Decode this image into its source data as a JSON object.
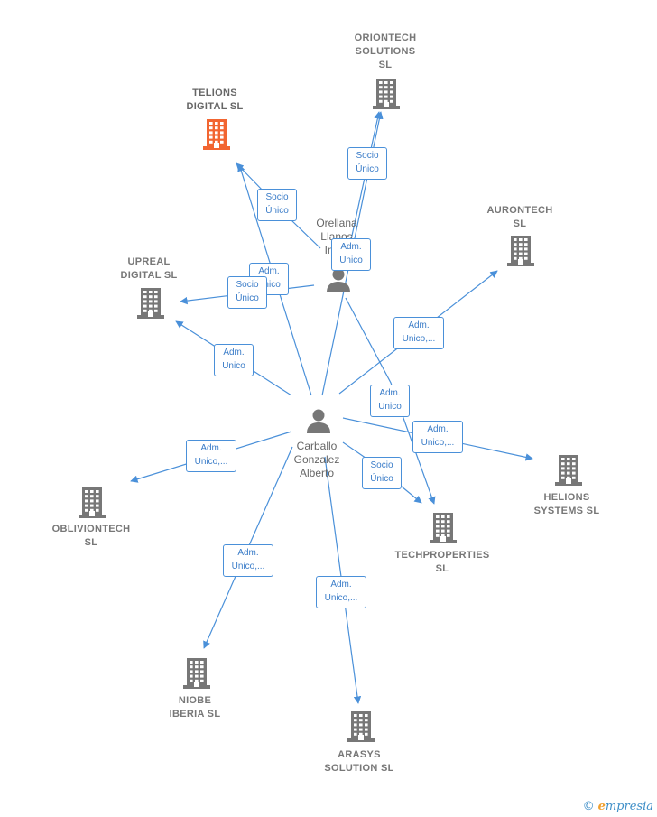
{
  "colors": {
    "edge": "#4a90d9",
    "company_icon": "#777777",
    "company_highlight": "#f26531",
    "person_icon": "#777777"
  },
  "people": [
    {
      "id": "carballo",
      "lines": [
        "Carballo",
        "Gonzalez",
        "Alberto"
      ]
    },
    {
      "id": "orellana",
      "lines": [
        "Orellana",
        "Llanos",
        "Ing..."
      ]
    }
  ],
  "companies": [
    {
      "id": "oriontech",
      "lines": [
        "ORIONTECH",
        "SOLUTIONS",
        "SL"
      ],
      "highlight": false
    },
    {
      "id": "telions",
      "lines": [
        "TELIONS",
        "DIGITAL  SL"
      ],
      "highlight": true
    },
    {
      "id": "aurontech",
      "lines": [
        "AURONTECH",
        "SL"
      ],
      "highlight": false
    },
    {
      "id": "upreal",
      "lines": [
        "UPREAL",
        "DIGITAL  SL"
      ],
      "highlight": false
    },
    {
      "id": "helions",
      "lines": [
        "HELIONS",
        "SYSTEMS  SL"
      ],
      "highlight": false
    },
    {
      "id": "obliviontech",
      "lines": [
        "OBLIVIONTECH",
        "SL"
      ],
      "highlight": false
    },
    {
      "id": "techproperties",
      "lines": [
        "TECHPROPERTIES",
        "SL"
      ],
      "highlight": false
    },
    {
      "id": "niobe",
      "lines": [
        "NIOBE",
        "IBERIA  SL"
      ],
      "highlight": false
    },
    {
      "id": "arasys",
      "lines": [
        "ARASYS",
        "SOLUTION  SL"
      ],
      "highlight": false
    }
  ],
  "edges": [
    {
      "id": "e1",
      "from": "carballo",
      "to": "telions",
      "lines": [
        "Adm.",
        "Unico"
      ]
    },
    {
      "id": "e2",
      "from": "orellana",
      "to": "telions",
      "lines": [
        "Socio",
        "Único"
      ]
    },
    {
      "id": "e3",
      "from": "carballo",
      "to": "oriontech",
      "lines": [
        "Adm.",
        "Unico"
      ]
    },
    {
      "id": "e4",
      "from": "orellana",
      "to": "oriontech",
      "lines": [
        "Socio",
        "Único"
      ]
    },
    {
      "id": "e5",
      "from": "orellana",
      "to": "upreal",
      "lines": [
        "Socio",
        "Único"
      ]
    },
    {
      "id": "e6",
      "from": "carballo",
      "to": "upreal",
      "lines": [
        "Adm.",
        "Unico"
      ]
    },
    {
      "id": "e7",
      "from": "carballo",
      "to": "aurontech",
      "lines": [
        "Adm.",
        "Unico,..."
      ]
    },
    {
      "id": "e8",
      "from": "orellana",
      "to": "techproperties",
      "lines": [
        "Adm.",
        "Unico"
      ]
    },
    {
      "id": "e9",
      "from": "carballo",
      "to": "helions",
      "lines": [
        "Adm.",
        "Unico,..."
      ]
    },
    {
      "id": "e10",
      "from": "carballo",
      "to": "obliviontech",
      "lines": [
        "Adm.",
        "Unico,..."
      ]
    },
    {
      "id": "e11",
      "from": "carballo",
      "to": "techproperties",
      "lines": [
        "Socio",
        "Único"
      ]
    },
    {
      "id": "e12",
      "from": "carballo",
      "to": "niobe",
      "lines": [
        "Adm.",
        "Unico,..."
      ]
    },
    {
      "id": "e13",
      "from": "carballo",
      "to": "arasys",
      "lines": [
        "Adm.",
        "Unico,..."
      ]
    }
  ],
  "brand": {
    "copyright": "©",
    "initial": "e",
    "name": "mpresia"
  }
}
